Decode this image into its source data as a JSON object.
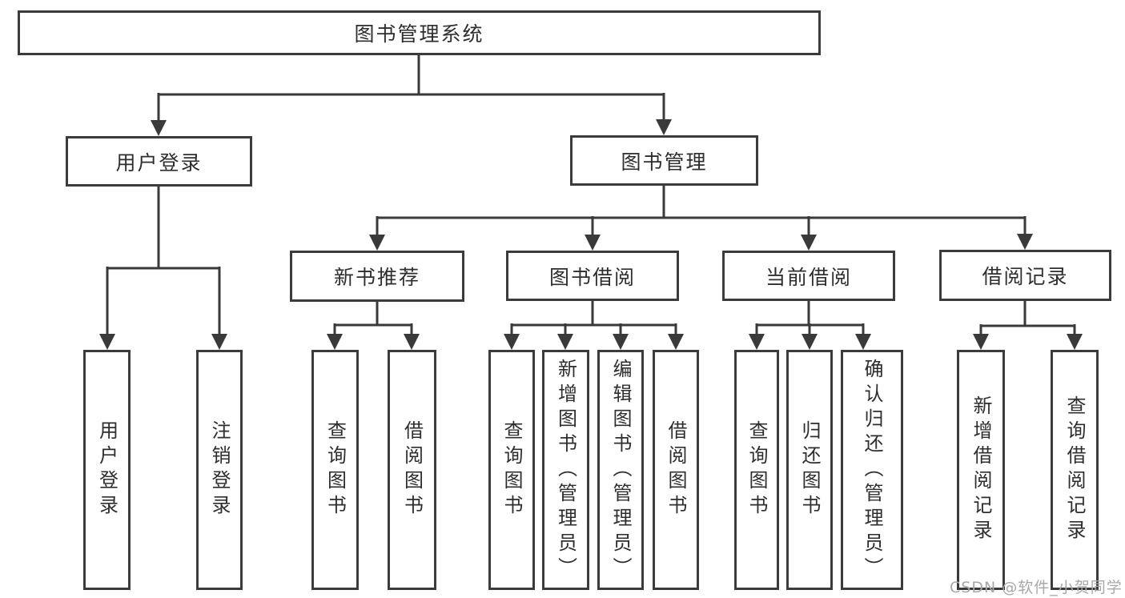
{
  "diagram_type": "tree",
  "colors": {
    "line": "#3a3a3a",
    "box_border": "#3b3b3b",
    "box_fill": "#ffffff",
    "text": "#2e2e2e",
    "watermark": "#a8a8a8",
    "background": "#ffffff"
  },
  "tree": {
    "label": "图书管理系统",
    "children": [
      {
        "label": "用户登录",
        "children": [
          {
            "label": "用户登录"
          },
          {
            "label": "注销登录"
          }
        ]
      },
      {
        "label": "图书管理",
        "children": [
          {
            "label": "新书推荐",
            "children": [
              {
                "label": "查询图书"
              },
              {
                "label": "借阅图书"
              }
            ]
          },
          {
            "label": "图书借阅",
            "children": [
              {
                "label": "查询图书"
              },
              {
                "label": "新增图书（管理员）"
              },
              {
                "label": "编辑图书（管理员）"
              },
              {
                "label": "借阅图书"
              }
            ]
          },
          {
            "label": "当前借阅",
            "children": [
              {
                "label": "查询图书"
              },
              {
                "label": "归还图书"
              },
              {
                "label": "确认归还（管理员）"
              }
            ]
          },
          {
            "label": "借阅记录",
            "children": [
              {
                "label": "新增借阅记录"
              },
              {
                "label": "查询借阅记录"
              }
            ]
          }
        ]
      }
    ]
  },
  "watermark": {
    "text": "CSDN @软件_小贺同学"
  }
}
